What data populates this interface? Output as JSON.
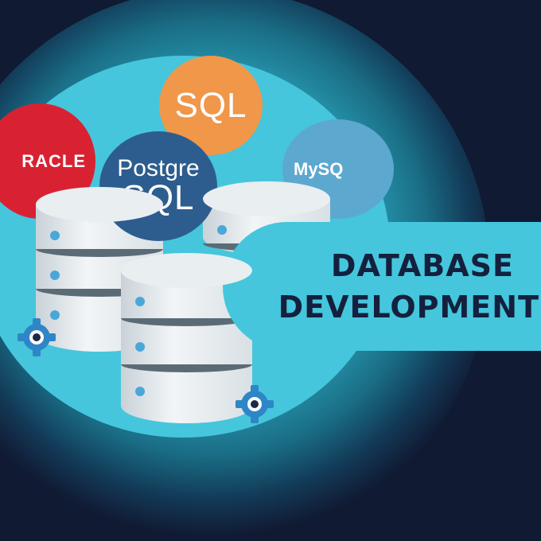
{
  "logos": {
    "sql": "SQL",
    "oracle": "RACLE",
    "postgres_top": "Postgre",
    "postgres_bottom": "SQL",
    "mysql": "MySQ"
  },
  "banner": {
    "line1": "DATABASE",
    "line2": "DEVELOPMENT"
  },
  "colors": {
    "background": "#111a33",
    "teal": "#45c6dc",
    "banner_text": "#14203d",
    "sql_orange": "#f0974a",
    "oracle_red": "#d82232",
    "postgres_blue": "#2d5d8e",
    "mysql_blue": "#5da8cf"
  },
  "icons": [
    "gear-icon",
    "database-icon"
  ]
}
